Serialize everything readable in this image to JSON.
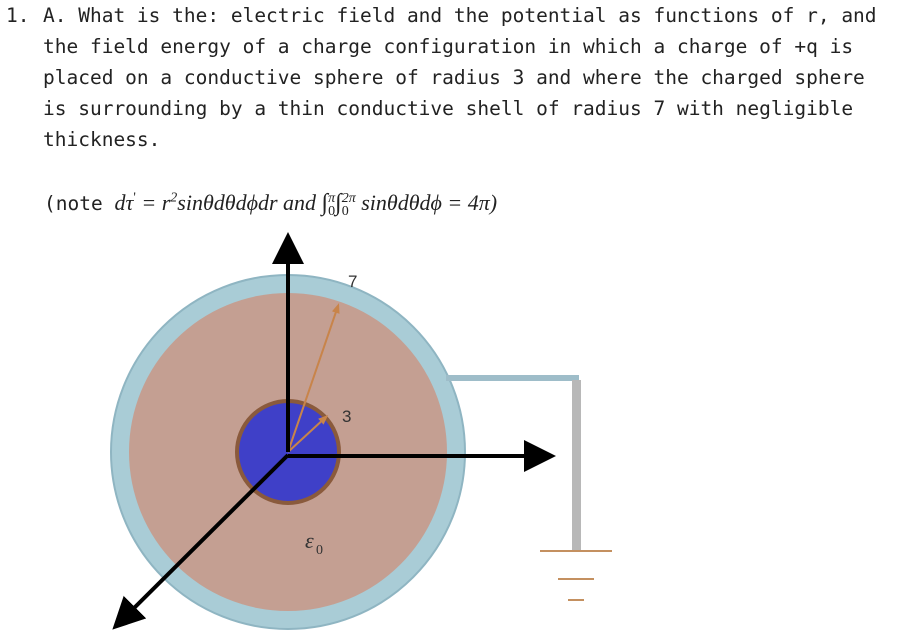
{
  "problem": {
    "number": "1.",
    "lines": [
      "A. What is the: electric field and the potential as functions of r, and",
      "the field energy of a charge configuration in which a charge of +q is",
      "placed on a conductive sphere of radius 3 and where the charged sphere",
      "is surrounding by a thin conductive shell of radius 7 with negligible",
      "thickness."
    ]
  },
  "note": {
    "open": "(note ",
    "dtau": "dτ",
    "prime": "'",
    "eq1": " = r",
    "exp2": "2",
    "body1": "sinθdθdϕdr and ",
    "int1": "∫",
    "sup_pi": "π",
    "sub_0a": "0",
    "int2": "∫",
    "sup_2pi": "2π",
    "sub_0b": "0",
    "body2": " sinθdθdϕ = 4π)"
  },
  "diagram": {
    "outer_radius_label": "7",
    "inner_radius_label": "3",
    "medium_label": "ε",
    "medium_sub": "0",
    "colors": {
      "shell": "#a9ccd6",
      "shell_stroke": "#8fb5c2",
      "medium": "#c49f92",
      "inner_sphere": "#3f40c8",
      "inner_rim": "#8a5a3c",
      "radius_arrow": "#c8844a",
      "wire": "#9ebdc9",
      "ground_post": "#b8b8b8",
      "ground_line": "#c49060",
      "axis": "#000000"
    }
  }
}
